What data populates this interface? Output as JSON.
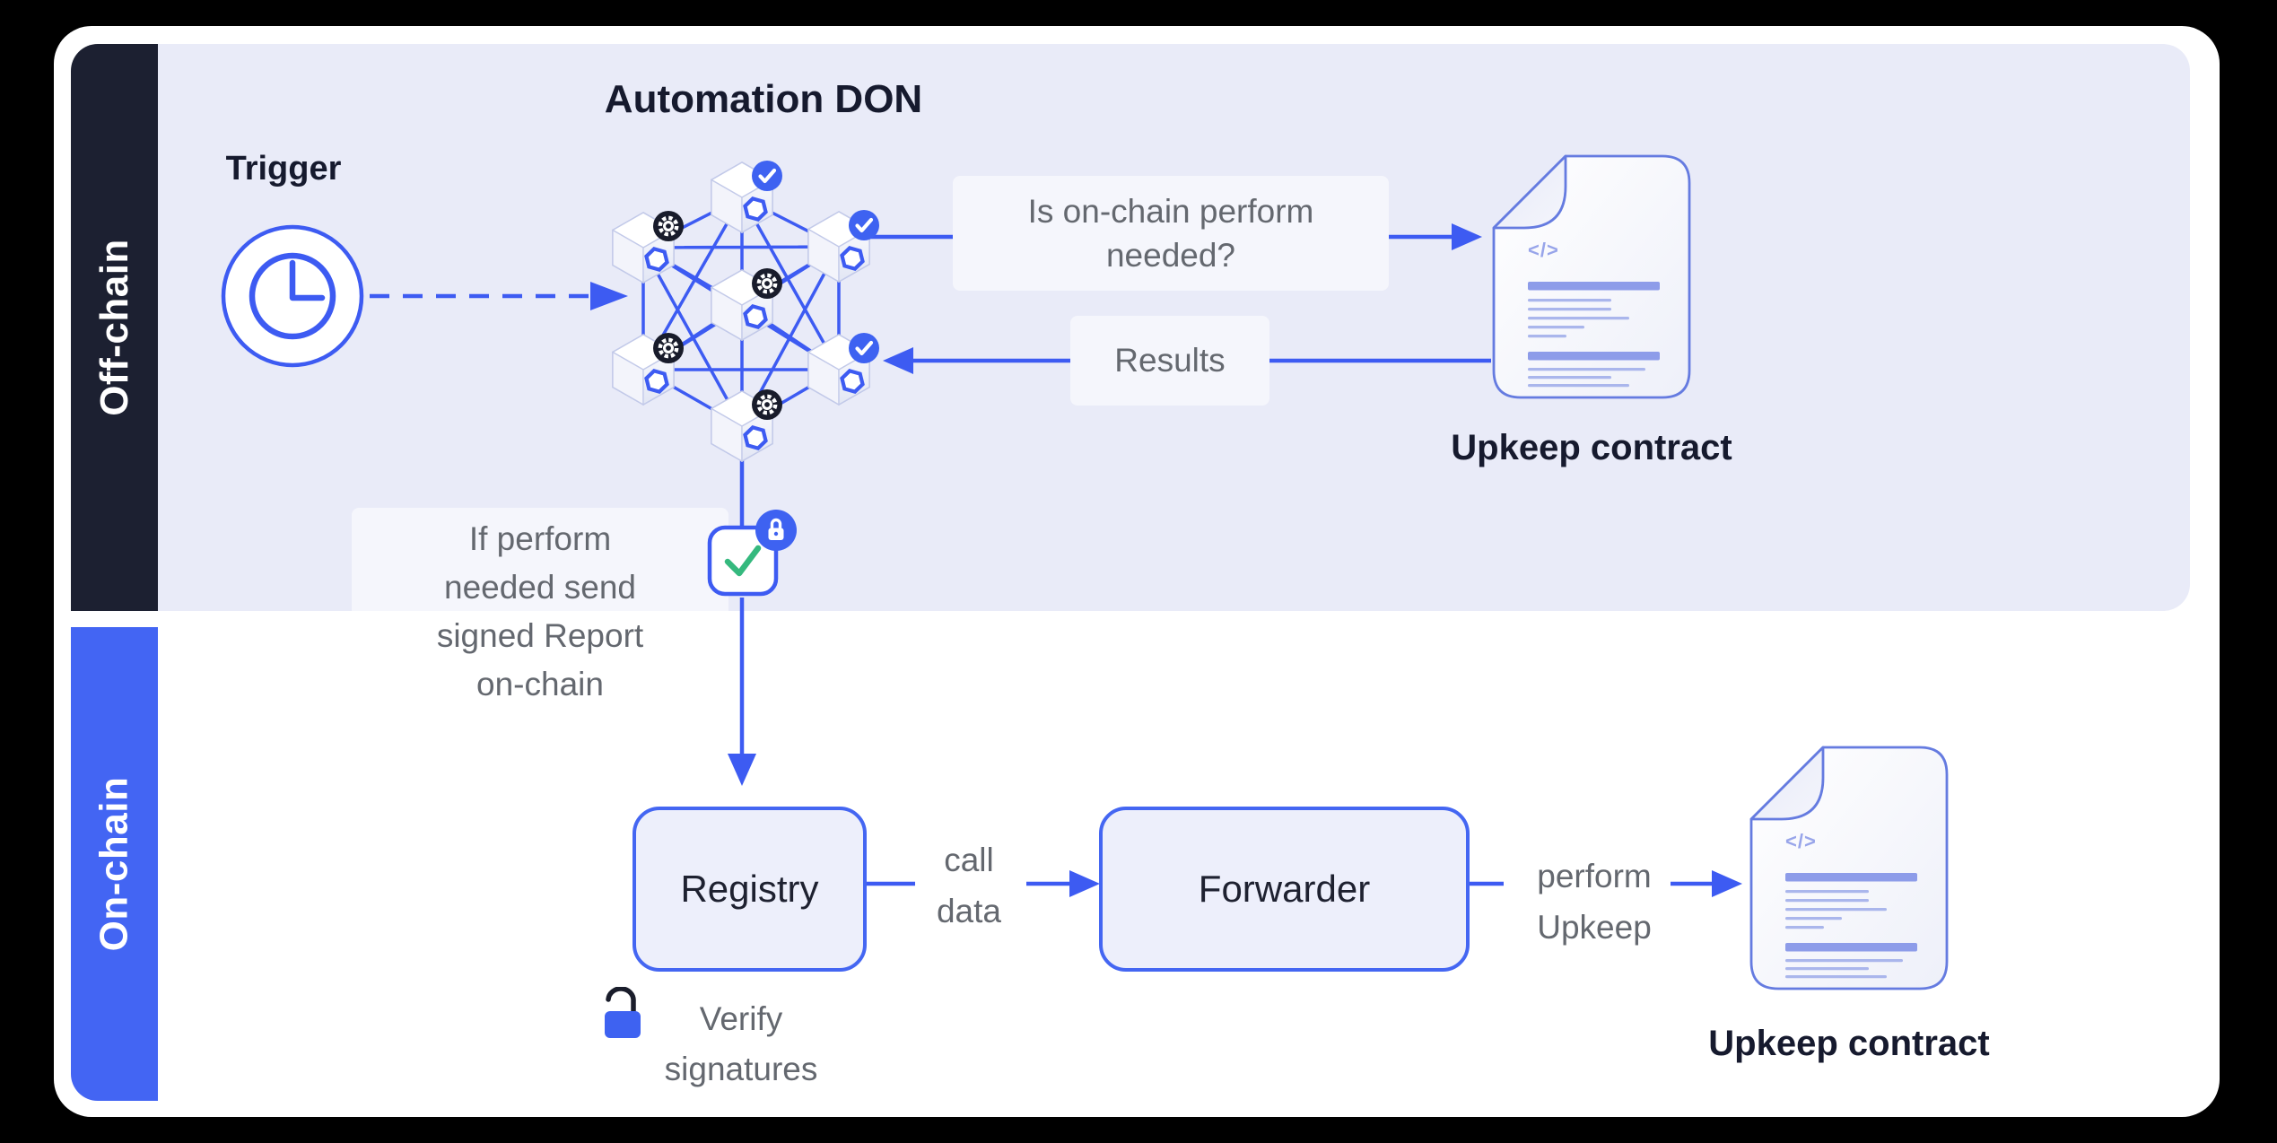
{
  "sidebar": {
    "offchain": "Off-chain",
    "onchain": "On-chain"
  },
  "offchain": {
    "trigger": "Trigger",
    "don_title": "Automation DON",
    "question": [
      "Is on-chain perform",
      "needed?"
    ],
    "results": "Results",
    "upkeep_contract": "Upkeep contract",
    "note": [
      "If perform",
      "needed send",
      "signed Report",
      "on-chain"
    ]
  },
  "onchain": {
    "registry": "Registry",
    "call_data": [
      "call",
      "data"
    ],
    "forwarder": "Forwarder",
    "perform": [
      "perform",
      "Upkeep"
    ],
    "verify": [
      "Verify",
      "signatures"
    ],
    "upkeep_contract": "Upkeep contract"
  },
  "doc": {
    "code_glyph": "</>"
  },
  "colors": {
    "accent_blue": "#3D5BF2",
    "sidebar_blue": "#4365F3",
    "dark_navy": "#1C2031",
    "band_lavender": "#E9EBF8",
    "gray_text": "#64686F",
    "heading_text": "#161A2E",
    "green_check": "#35B97E",
    "doc_bar": "#8D9CE9",
    "doc_border": "#657BE0",
    "box_fill": "#EDEFFB"
  }
}
